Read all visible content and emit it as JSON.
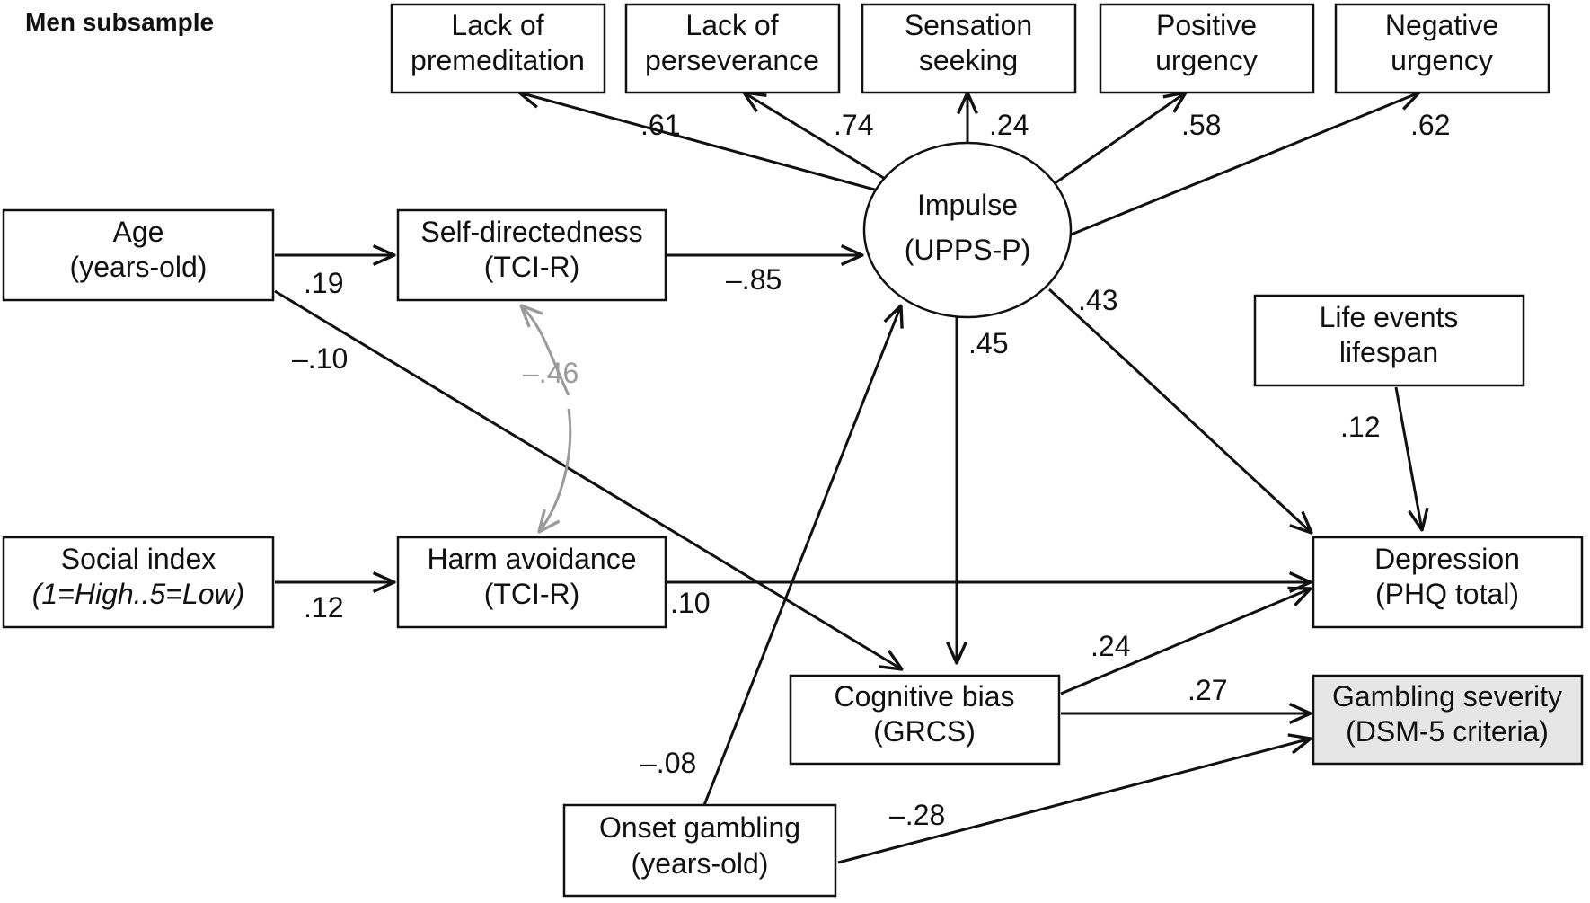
{
  "title": "Men subsample",
  "colors": {
    "line": "#111111",
    "correlation": "#9a9a9a",
    "shaded_box": "#e6e6e6"
  },
  "nodes": {
    "premeditation": [
      "Lack of",
      "premeditation"
    ],
    "perseverance": [
      "Lack of",
      "perseverance"
    ],
    "sensation": [
      "Sensation",
      "seeking"
    ],
    "pos_urgency": [
      "Positive",
      "urgency"
    ],
    "neg_urgency": [
      "Negative",
      "urgency"
    ],
    "impulse": [
      "Impulse",
      "(UPPS-P)"
    ],
    "age": [
      "Age",
      "(years-old)"
    ],
    "self_dir": [
      "Self-directedness",
      "(TCI-R)"
    ],
    "social": [
      "Social index",
      "(1=High..5=Low)"
    ],
    "harm": [
      "Harm avoidance",
      "(TCI-R)"
    ],
    "life_events": [
      "Life events",
      "lifespan"
    ],
    "depression": [
      "Depression",
      "(PHQ total)"
    ],
    "cog_bias": [
      "Cognitive bias",
      "(GRCS)"
    ],
    "gambling": [
      "Gambling severity",
      "(DSM-5 criteria)"
    ],
    "onset": [
      "Onset gambling",
      "(years-old)"
    ]
  },
  "coefficients": {
    "impulse_premeditation": ".61",
    "impulse_perseverance": ".74",
    "impulse_sensation": ".24",
    "impulse_pos_urgency": ".58",
    "impulse_neg_urgency": ".62",
    "age_self_dir": ".19",
    "self_dir_impulse": "–.85",
    "age_cog_bias": "–.10",
    "self_dir_harm_corr": "–.46",
    "impulse_cog_bias": ".45",
    "impulse_depression": ".43",
    "life_events_depression": ".12",
    "social_harm": ".12",
    "harm_depression": ".10",
    "cog_bias_depression": ".24",
    "cog_bias_gambling": ".27",
    "onset_impulse": "–.08",
    "onset_gambling": "–.28"
  }
}
